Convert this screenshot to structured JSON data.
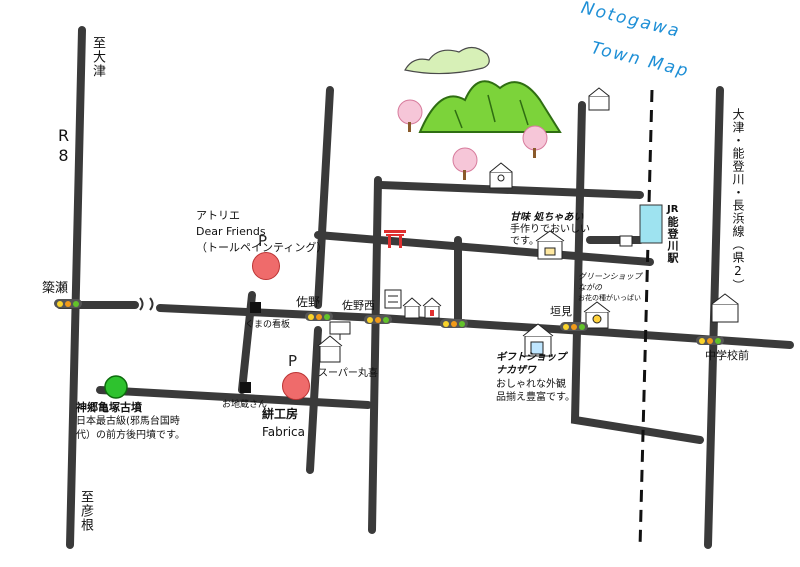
{
  "title": {
    "line1": "Notogawa",
    "line2": "Town Map"
  },
  "road_labels": {
    "to_otsu": "至大津",
    "r8": "R8",
    "to_hikone": "至彦根",
    "prefectural": "大津・能登川・長浜線（県2）"
  },
  "intersections": {
    "yanase": "簗瀬",
    "sano": "佐野",
    "sano_nishi": "佐野西",
    "kakimi": "垣見",
    "chugakko_mae": "中学校前"
  },
  "places": {
    "atelier_line1": "アトリエ",
    "atelier_line2": "Dear Friends",
    "atelier_line3": "（トールペインティング）",
    "kuma_sign": "くまの看板",
    "super": "スーパー丸喜",
    "ojizo": "お地蔵さん",
    "fabrica_line1": "絣工房",
    "fabrica_line2": "Fabrica",
    "kofun_name": "神郷亀塚古墳",
    "kofun_desc1": "日本最古級(邪馬台国時",
    "kofun_desc2": "代）の前方後円墳です。",
    "amami_line1": "甘味 処ちゃあい",
    "amami_line2": "手作りでおいしい",
    "amami_line3": "です。",
    "green_line1": "グリーンショップ",
    "green_line2": "ながの",
    "green_line3": "お花の種がいっぱい",
    "gift_line1": "ギフトショップ",
    "gift_line2": "ナカザワ",
    "gift_desc1": "おしゃれな外観",
    "gift_desc2": "品揃え豊富です。",
    "station_line1": "JR",
    "station_line2": "能登川駅",
    "park_mark": "P"
  },
  "icons": [
    "mountain-icon",
    "cherry-tree-icon",
    "torii-icon",
    "school-icon",
    "shop-icon",
    "traffic-light-icon",
    "parking-icon"
  ],
  "colors": {
    "title": "#1e8fd6",
    "mountain": "#7cd33a",
    "park": "#ef6b6b",
    "kofun": "#2ec22e",
    "torii": "#e03030",
    "station": "#9ee3f0"
  }
}
